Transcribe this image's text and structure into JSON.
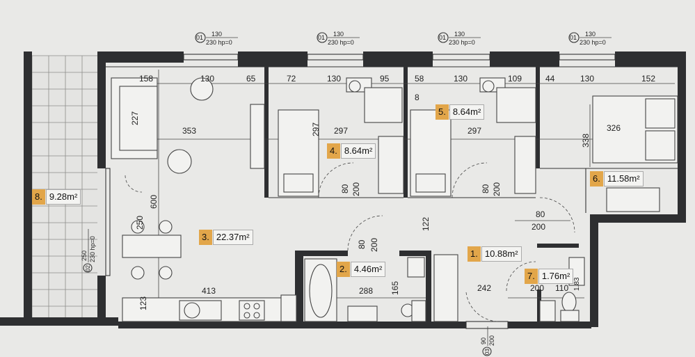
{
  "rooms": [
    {
      "number": "1.",
      "area": "10.88m²"
    },
    {
      "number": "2.",
      "area": "4.46m²"
    },
    {
      "number": "3.",
      "area": "22.37m²"
    },
    {
      "number": "4.",
      "area": "8.64m²"
    },
    {
      "number": "5.",
      "area": "8.64m²"
    },
    {
      "number": "6.",
      "area": "11.58m²"
    },
    {
      "number": "7.",
      "area": "1.76m²"
    },
    {
      "number": "8.",
      "area": "9.28m²"
    }
  ],
  "windows": [
    {
      "id": "01",
      "width": "130",
      "height": "230 hp=0"
    },
    {
      "id": "01",
      "width": "130",
      "height": "230 hp=0"
    },
    {
      "id": "01",
      "width": "130",
      "height": "230 hp=0"
    },
    {
      "id": "01",
      "width": "130",
      "height": "230 hp=0"
    }
  ],
  "balcony_door": {
    "id": "02",
    "width": "250",
    "height": "230 hp=0"
  },
  "entry_door": {
    "id": "03",
    "width": "90",
    "height": "200"
  },
  "dimensions": {
    "top": [
      "158",
      "130",
      "65",
      "72",
      "130",
      "95",
      "58",
      "130",
      "109",
      "44",
      "130",
      "152"
    ],
    "living_sofa": "227",
    "living_width": "353",
    "living_length": "600",
    "living_side": "250",
    "living_kitchen": "413",
    "living_bottom": "123",
    "bedroom4_depth": "297",
    "bedroom4_width": "297",
    "bedroom4_small": "8",
    "bedroom5_width": "297",
    "bedroom6_width": "326",
    "bedroom6_depth": "338",
    "door4": [
      "80",
      "200"
    ],
    "door5": [
      "80",
      "200"
    ],
    "door6": [
      "80",
      "200"
    ],
    "hall_width": "122",
    "bath_door": [
      "80",
      "200"
    ],
    "bath_width": "288",
    "bath_depth": "165",
    "hall_bottom": "242",
    "wc": [
      "200",
      "110",
      "1.83"
    ]
  }
}
